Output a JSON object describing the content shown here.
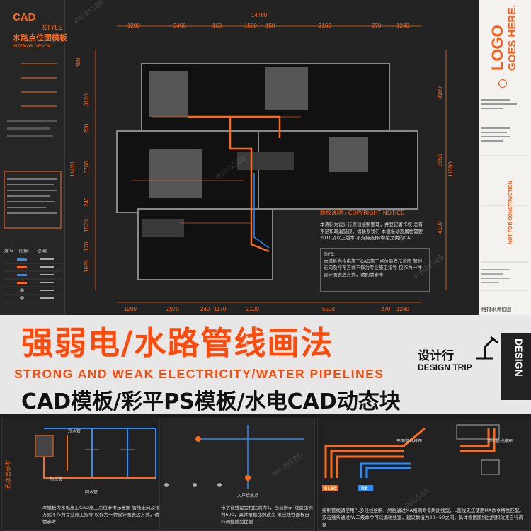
{
  "top": {
    "cad": "CAD",
    "style": "STYLE",
    "title": "水路点位图模板",
    "subtitle_en": "INTERIOR DESIGN",
    "legend_header": [
      "序号",
      "图例",
      "说明"
    ],
    "dims_top": [
      "1200",
      "3450",
      "160",
      "1550",
      "150",
      "2160",
      "270",
      "1240"
    ],
    "dims_top_total": "14780",
    "dims_bottom": [
      "1200",
      "2970",
      "240",
      "1170",
      "2100",
      "5590",
      "270",
      "1240"
    ],
    "dims_left": [
      "480",
      "3120",
      "230",
      "3760",
      "240",
      "1570",
      "170",
      "1620"
    ],
    "dims_left_total": "11420",
    "dims_right": [
      "3100",
      "3050",
      "4100"
    ],
    "dims_right_total": "11090",
    "copyright_title": "版权说明 / COPYRIGHT NOTICE",
    "copyright_body": "本资料为设计行原创绘制整理，并登记著作权 总有不足和疏漏错误，请联系我们 本模板动态属性需要2010及以上版本 不支持选择/中望之类的CAD",
    "tips_title": "TIPS:",
    "tips_body": "本模板为水电施工CAD施工点位参考示意图 管线走向及排布方式不作为专业施工指导 仅作为一种设计图表达方式，请酌情参考"
  },
  "card": {
    "logo": "LOGO",
    "goes": "GOES HERE.",
    "not_for": "NOT FOR CONSTRUCTION",
    "footer": "给排水点位图"
  },
  "banner": {
    "title": "强弱电/水路管线画法",
    "title_en": "STRONG AND WEAK ELECTRICITY/WATER PIPELINES",
    "subtitle": "CAD模板/彩平PS模板/水电CAD动态块",
    "brand_cn": "设计行",
    "brand_en": "DESIGN TRIP",
    "side": "DESIGN"
  },
  "bottom": {
    "left_vertical": "热水管参考",
    "cold": "冷水管",
    "hot": "热水管",
    "return": "回水管",
    "left_desc": "本模板为水电施工CAD施工点位参考示意图 管线走向及排布方式不作为专业施工指导 仅作为一种设计图表达方式，请酌情参考",
    "mid_desc": "带字符线型会相比例为1，当前所示 线型比例为600，具体根据比例改变 果应线性面板自行调整线型比例",
    "mid_node": "入户给水点",
    "flat_label": "平面管线排布",
    "vert_label": "立面管线排布",
    "elec": "ELEC",
    "rt": "RT",
    "right_desc": "绘制管线请使用PL多段线绘制，然后通过MA格刷命令刷此线型，L画线无法使用MA命令特性匹配。 双击线条通过IW二级命令可以编辑线宽，建议数值为20~50之间，具体根据图纸比例和效果自行调整"
  },
  "watermark": "wedo586",
  "colors": {
    "accent": "#ff6a1a",
    "blue": "#2b8cff",
    "bg": "#232323",
    "banner": "#e7e7e7"
  }
}
